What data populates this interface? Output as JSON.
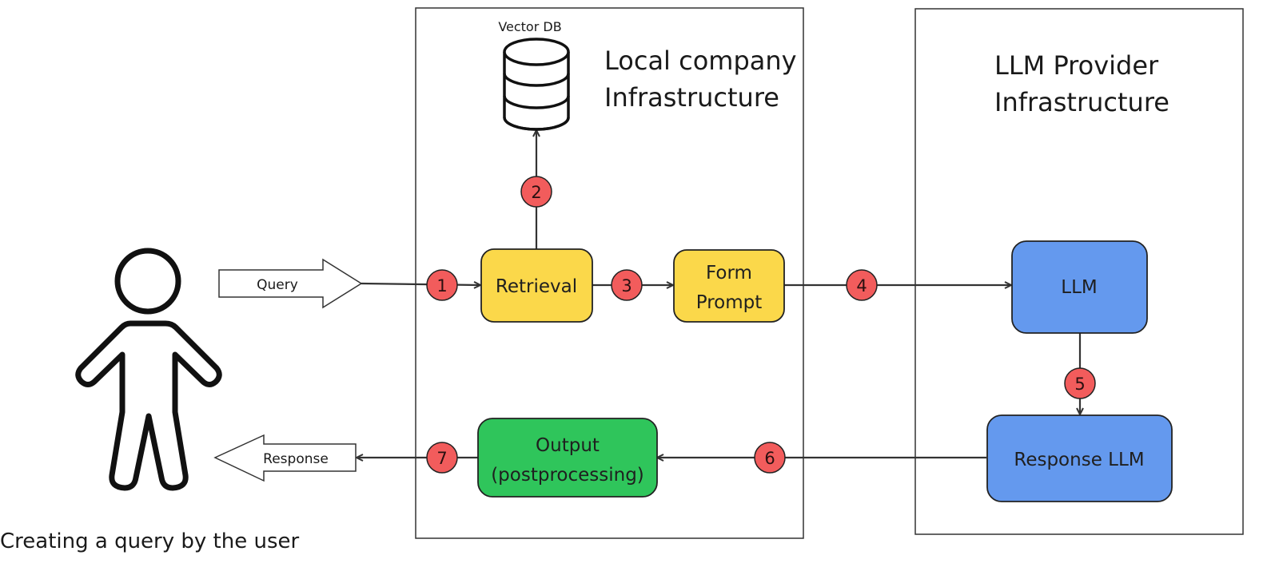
{
  "diagram": {
    "user": {
      "caption": "Creating a query by the user"
    },
    "arrows": {
      "query": "Query",
      "response": "Response"
    },
    "zones": {
      "local": {
        "title_line1": "Local company",
        "title_line2": "Infrastructure"
      },
      "provider": {
        "title_line1": "LLM Provider",
        "title_line2": "Infrastructure"
      }
    },
    "vector_db": {
      "label": "Vector DB"
    },
    "nodes": {
      "retrieval": {
        "label": "Retrieval"
      },
      "form_prompt": {
        "line1": "Form",
        "line2": "Prompt"
      },
      "llm": {
        "label": "LLM"
      },
      "response_llm": {
        "label": "Response LLM"
      },
      "output": {
        "line1": "Output",
        "line2": "(postprocessing)"
      }
    },
    "steps": [
      "1",
      "2",
      "3",
      "4",
      "5",
      "6",
      "7"
    ],
    "colors": {
      "yellow": "#FBD84A",
      "blue": "#6499EE",
      "green": "#2FC55B",
      "badge": "#F25C5C",
      "line": "#333333"
    }
  }
}
